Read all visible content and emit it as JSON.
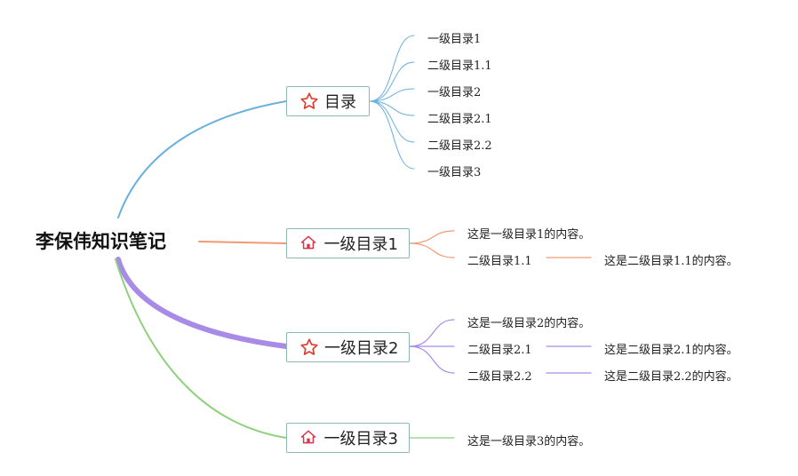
{
  "root": {
    "label": "李保伟知识笔记"
  },
  "branches": [
    {
      "label": "目录",
      "icon": "star-icon",
      "color": "#6ab0dd",
      "children": [
        {
          "label": "一级目录1"
        },
        {
          "label": "二级目录1.1"
        },
        {
          "label": "一级目录2"
        },
        {
          "label": "二级目录2.1"
        },
        {
          "label": "二级目录2.2"
        },
        {
          "label": "一级目录3"
        }
      ]
    },
    {
      "label": "一级目录1",
      "icon": "home-icon",
      "color": "#ee9a73",
      "children": [
        {
          "label": "这是一级目录1的内容。"
        },
        {
          "label": "二级目录1.1",
          "note": "这是二级目录1.1的内容。"
        }
      ]
    },
    {
      "label": "一级目录2",
      "icon": "star-icon",
      "color": "#a88be6",
      "children": [
        {
          "label": "这是一级目录2的内容。"
        },
        {
          "label": "二级目录2.1",
          "note": "这是二级目录2.1的内容。"
        },
        {
          "label": "二级目录2.2",
          "note": "这是二级目录2.2的内容。"
        }
      ]
    },
    {
      "label": "一级目录3",
      "icon": "home-icon",
      "color": "#8dd17c",
      "children": [
        {
          "label": "这是一级目录3的内容。"
        }
      ]
    }
  ]
}
